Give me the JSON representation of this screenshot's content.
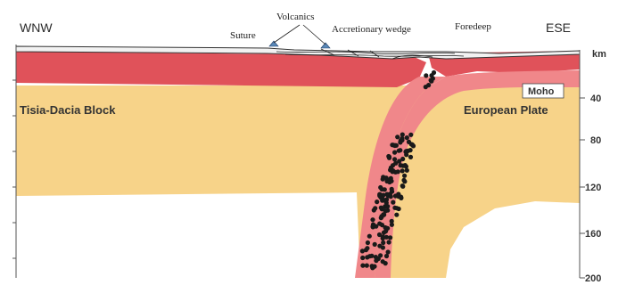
{
  "labels": {
    "west": "WNW",
    "east": "ESE",
    "suture": "Suture",
    "volcanics": "Volcanics",
    "accretionary_wedge": "Accretionary wedge",
    "foredeep": "Foredeep",
    "depth_unit": "km",
    "moho": "Moho",
    "block_left": "Tisia-Dacia Block",
    "block_right": "European Plate"
  },
  "depth_axis": {
    "ticks": [
      "40",
      "80",
      "120",
      "160",
      "200"
    ]
  },
  "colors": {
    "mantle": "#f7d389",
    "crust_red": "#e0525a",
    "slab_pink": "#f0878a",
    "left_edge_axis": "#555555",
    "seismicity": "#1a1a1a"
  }
}
